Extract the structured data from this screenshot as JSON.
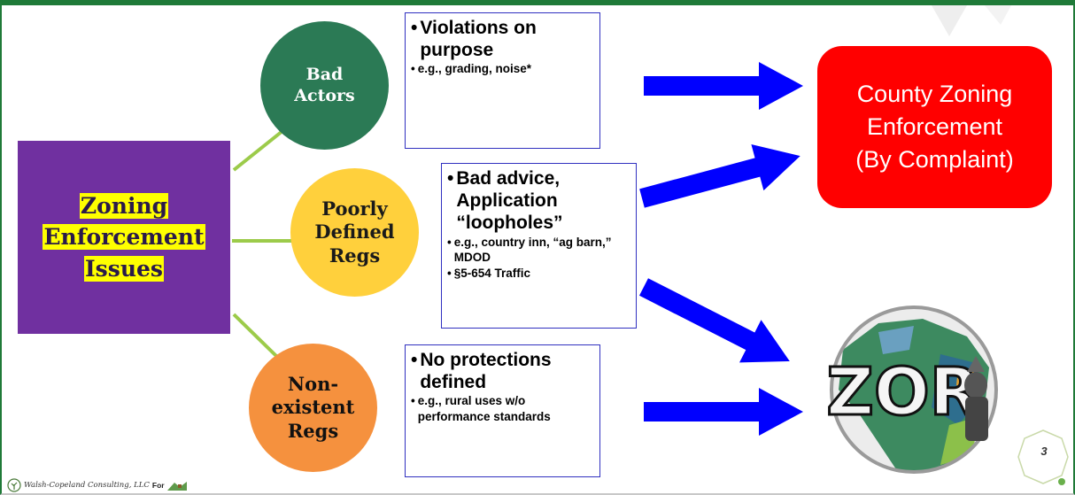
{
  "main_issue": {
    "line1": "Zoning",
    "line2": "Enforcement",
    "line3": "Issues"
  },
  "categories": [
    {
      "circle_line1": "Bad",
      "circle_line2": "Actors",
      "circle_line3": "",
      "bullets": [
        {
          "text": "Violations on purpose",
          "size": "large"
        },
        {
          "text": "e.g., grading, noise*",
          "size": "small"
        }
      ]
    },
    {
      "circle_line1": "Poorly",
      "circle_line2": "Defined",
      "circle_line3": "Regs",
      "bullets": [
        {
          "text": "Bad advice, Application “loopholes”",
          "size": "large"
        },
        {
          "text": "e.g., country inn, “ag barn,” MDOD",
          "size": "small"
        },
        {
          "text": "§5-654 Traffic",
          "size": "small"
        }
      ]
    },
    {
      "circle_line1": "Non-",
      "circle_line2": "existent",
      "circle_line3": "Regs",
      "bullets": [
        {
          "text": "No protections defined",
          "size": "large"
        },
        {
          "text": "e.g., rural uses w/o performance standards",
          "size": "small"
        }
      ]
    }
  ],
  "outcome_enforcement": {
    "line1": "County Zoning",
    "line2": "Enforcement",
    "line3": "(By Complaint)"
  },
  "outcome_zor": {
    "label": "ZOR"
  },
  "page_number": "3",
  "footer_logo": {
    "company": "Walsh-Copeland Consulting, LLC",
    "for_label": "For"
  },
  "colors": {
    "issues_purple": "#7030a0",
    "highlight_yellow": "#ffff00",
    "bad_actors_green": "#2b7a55",
    "poorly_defined_yellow": "#ffd03c",
    "nonexistent_orange": "#f5913e",
    "arrow_blue": "#0000ff",
    "enforcement_red": "#ff0000",
    "connector_green": "#9ccb4a",
    "frame_green": "#1f7a38"
  }
}
